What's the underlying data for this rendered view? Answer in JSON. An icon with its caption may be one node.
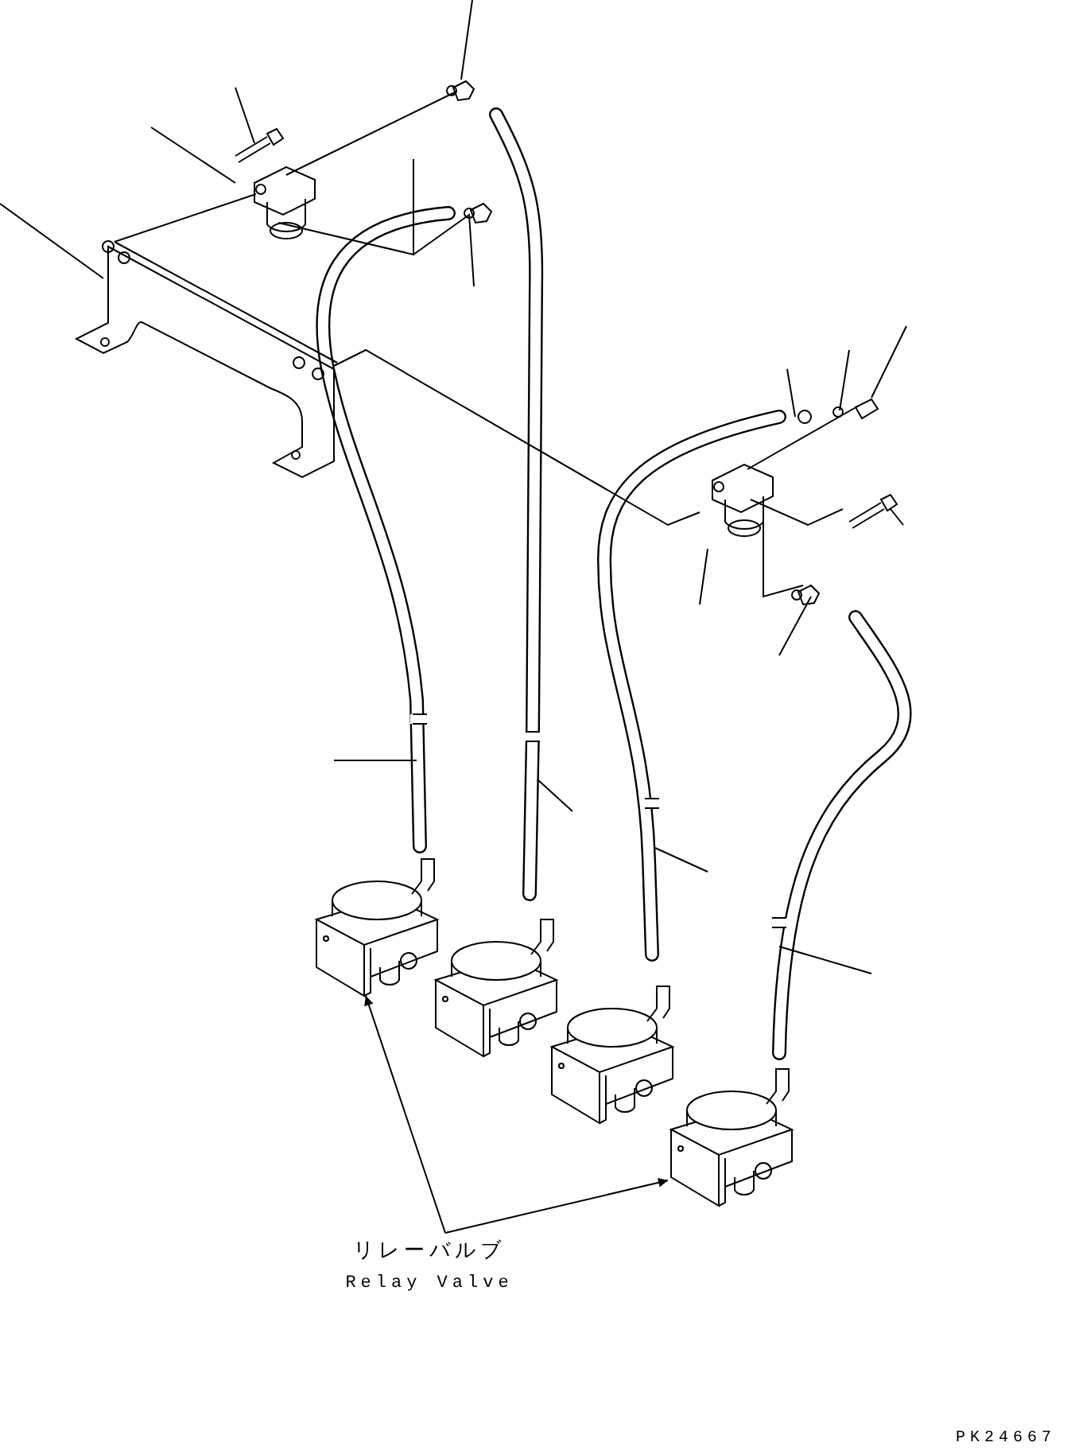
{
  "diagram": {
    "nodes": [
      {
        "text": [
          "リレーバルブ",
          "Relay Valve"
        ]
      },
      {
        "text": [],
        "shape": "picture"
      },
      {
        "text": [],
        "shape": "picture"
      }
    ],
    "edges": [
      {
        "from": 0,
        "to": 1,
        "arrow": "to"
      },
      {
        "from": 0,
        "to": 2,
        "arrow": "to"
      }
    ],
    "labels": [
      "PK24667"
    ]
  }
}
